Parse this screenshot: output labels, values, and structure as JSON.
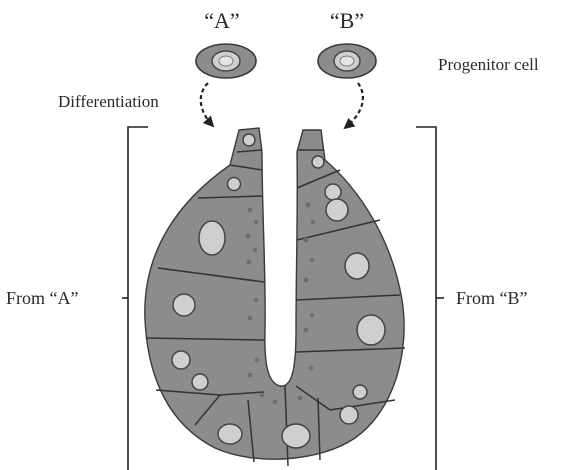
{
  "labels": {
    "cell_a": "“A”",
    "cell_b": "“B”",
    "progenitor": "Progenitor cell",
    "differentiation": "Differentiation",
    "from_a": "From “A”",
    "from_b": "From “B”"
  },
  "colors": {
    "cell_fill": "#8c8c8c",
    "nucleus_fill": "#cfcfcf",
    "outline": "#3a3a3a",
    "background": "#ffffff"
  }
}
